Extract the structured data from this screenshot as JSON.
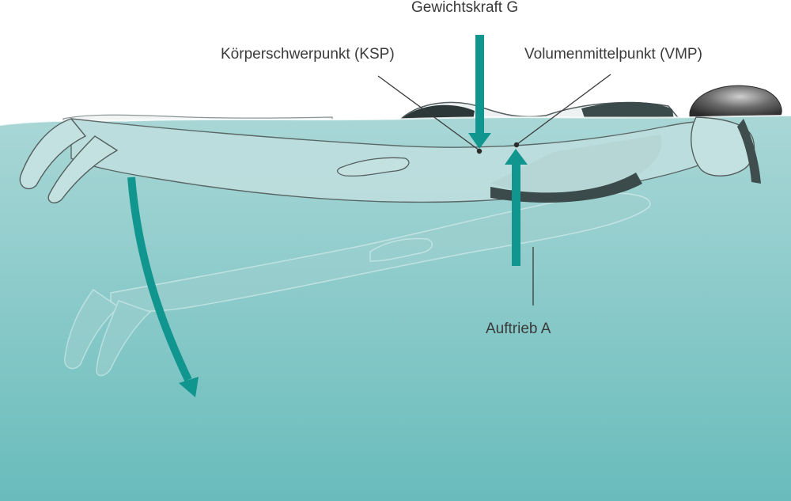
{
  "labels": {
    "gravity_force": "Gewichtskraft G",
    "center_of_mass": "Körperschwerpunkt (KSP)",
    "center_of_volume": "Volumenmittelpunkt (VMP)",
    "buoyancy": "Auftrieb A"
  },
  "colors": {
    "water_top": "#a9d7d6",
    "water_bottom": "#69bcbc",
    "arrow": "#11958f",
    "swimsuit": "#3b4a4a",
    "skin_outline": "#555f5f",
    "label_text": "#3a3a3a"
  },
  "icons": {
    "gravity_arrow": "arrow-down",
    "buoyancy_arrow": "arrow-up",
    "rotation_arrow": "curved-arrow-down"
  }
}
